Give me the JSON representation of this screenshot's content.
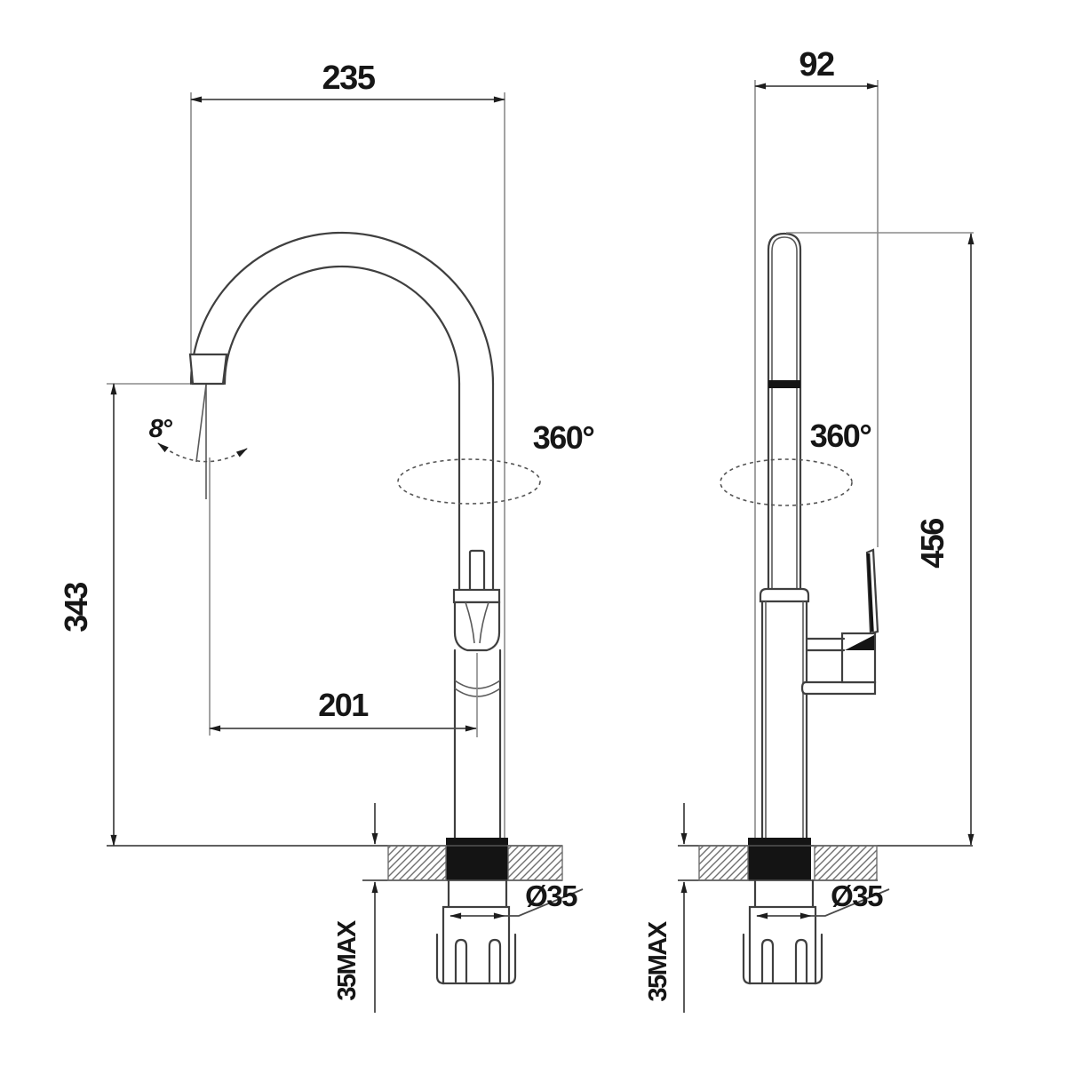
{
  "drawing": {
    "front_view": {
      "spout_width": "235",
      "spout_height": "343",
      "spout_reach": "201",
      "spout_angle": "8°",
      "swivel": "360°",
      "hole_diameter": "Ø35",
      "deck_max": "35MAX"
    },
    "side_view": {
      "depth": "92",
      "total_height": "456",
      "swivel": "360°",
      "hole_diameter": "Ø35",
      "deck_max": "35MAX"
    },
    "colors": {
      "line": "#3f3f3f",
      "extension_line": "#8b8b8b",
      "text": "#161616",
      "background": "#ffffff"
    }
  }
}
